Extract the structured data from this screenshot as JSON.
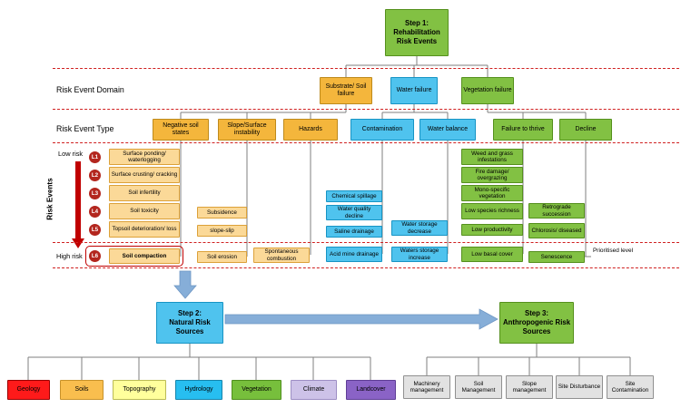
{
  "steps": {
    "step1": {
      "label": "Step 1:",
      "name": "Rehabilitation Risk Events"
    },
    "step2": {
      "label": "Step 2:",
      "name": "Natural Risk Sources"
    },
    "step3": {
      "label": "Step 3:",
      "name": "Anthropogenic Risk Sources"
    }
  },
  "row_labels": {
    "domain": "Risk Event Domain",
    "type": "Risk Event Type",
    "events_axis": "Risk Events",
    "low_risk": "Low risk",
    "high_risk": "High risk",
    "prioritised_level": "Prioritised level"
  },
  "domains": [
    {
      "label": "Substrate/ Soil failure",
      "color": "#F4B63C"
    },
    {
      "label": "Water failure",
      "color": "#4FC3EE"
    },
    {
      "label": "Vegetation failure",
      "color": "#82C143"
    }
  ],
  "types": [
    {
      "label": "Negative soil states"
    },
    {
      "label": "Slope/Surface instability"
    },
    {
      "label": "Hazards"
    },
    {
      "label": "Contamination"
    },
    {
      "label": "Water balance"
    },
    {
      "label": "Failure to thrive"
    },
    {
      "label": "Decline"
    }
  ],
  "levels": [
    "L1",
    "L2",
    "L3",
    "L4",
    "L5",
    "L6"
  ],
  "events": {
    "negative_soil_states": [
      "Surface ponding/ waterlogging",
      "Surface crusting/ cracking",
      "Soil infertility",
      "Soil toxicity",
      "Topsoil deterioration/ loss",
      "Soil compaction"
    ],
    "slope_instability": [
      "Subsidence",
      "slope-slip",
      "Soil erosion"
    ],
    "hazards": [
      "Spontaneous combustion"
    ],
    "contamination": [
      "Chemical spillage",
      "Water quality decline",
      "Saline drainage",
      "Acid mine drainage"
    ],
    "water_balance": [
      "Water storage decrease",
      "Waters storage increase"
    ],
    "failure_to_thrive": [
      "Weed and grass infestations",
      "Fire damage/ overgrazing",
      "Mono-specific vegetation",
      "Low species richness",
      "Low productivity",
      "Low basal cover"
    ],
    "decline": [
      "Retrograde succession",
      "Chlorosis/ diseased",
      "Senescence"
    ]
  },
  "natural_sources": [
    "Geology",
    "Soils",
    "Topography",
    "Hydrology",
    "Vegetation",
    "Climate",
    "Landcover"
  ],
  "anthropogenic_sources": [
    "Machinery management",
    "Soil Management",
    "Slope management",
    "Site Disturbance",
    "Site Contamination"
  ],
  "colors": {
    "substrate": "#F4B63C",
    "water": "#4FC3EE",
    "vegetation": "#82C143",
    "risk_level": "#B3261E",
    "dashed_line": "#D02020",
    "big_arrow": "#86AED8"
  }
}
